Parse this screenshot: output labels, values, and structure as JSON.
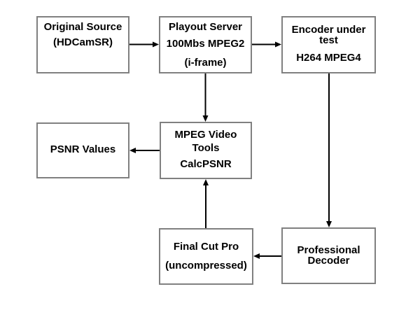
{
  "diagram_type": "flowchart",
  "nodes": {
    "original_source": {
      "lines": [
        "Original Source",
        "(HDCamSR)"
      ]
    },
    "playout_server": {
      "lines": [
        "Playout Server",
        "100Mbs MPEG2",
        "(i-frame)"
      ]
    },
    "encoder_under_test": {
      "lines": [
        "Encoder under",
        "test",
        "H264 MPEG4"
      ]
    },
    "psnr_values": {
      "lines": [
        "PSNR Values"
      ]
    },
    "mpeg_video_tools": {
      "lines": [
        "MPEG Video",
        "Tools",
        "CalcPSNR"
      ]
    },
    "final_cut_pro": {
      "lines": [
        "Final Cut Pro",
        "(uncompressed)"
      ]
    },
    "professional_decoder": {
      "lines": [
        "Professional",
        "Decoder"
      ]
    }
  },
  "edges": [
    {
      "from": "original_source",
      "to": "playout_server",
      "direction": "right"
    },
    {
      "from": "playout_server",
      "to": "encoder_under_test",
      "direction": "right"
    },
    {
      "from": "playout_server",
      "to": "mpeg_video_tools",
      "direction": "down"
    },
    {
      "from": "mpeg_video_tools",
      "to": "psnr_values",
      "direction": "left"
    },
    {
      "from": "encoder_under_test",
      "to": "professional_decoder",
      "direction": "down"
    },
    {
      "from": "professional_decoder",
      "to": "final_cut_pro",
      "direction": "left"
    },
    {
      "from": "final_cut_pro",
      "to": "mpeg_video_tools",
      "direction": "up"
    }
  ],
  "colors": {
    "background": "#ffffff",
    "box_fill": "#ffffff",
    "box_border": "#808080",
    "arrow": "#000000",
    "text": "#000000"
  }
}
